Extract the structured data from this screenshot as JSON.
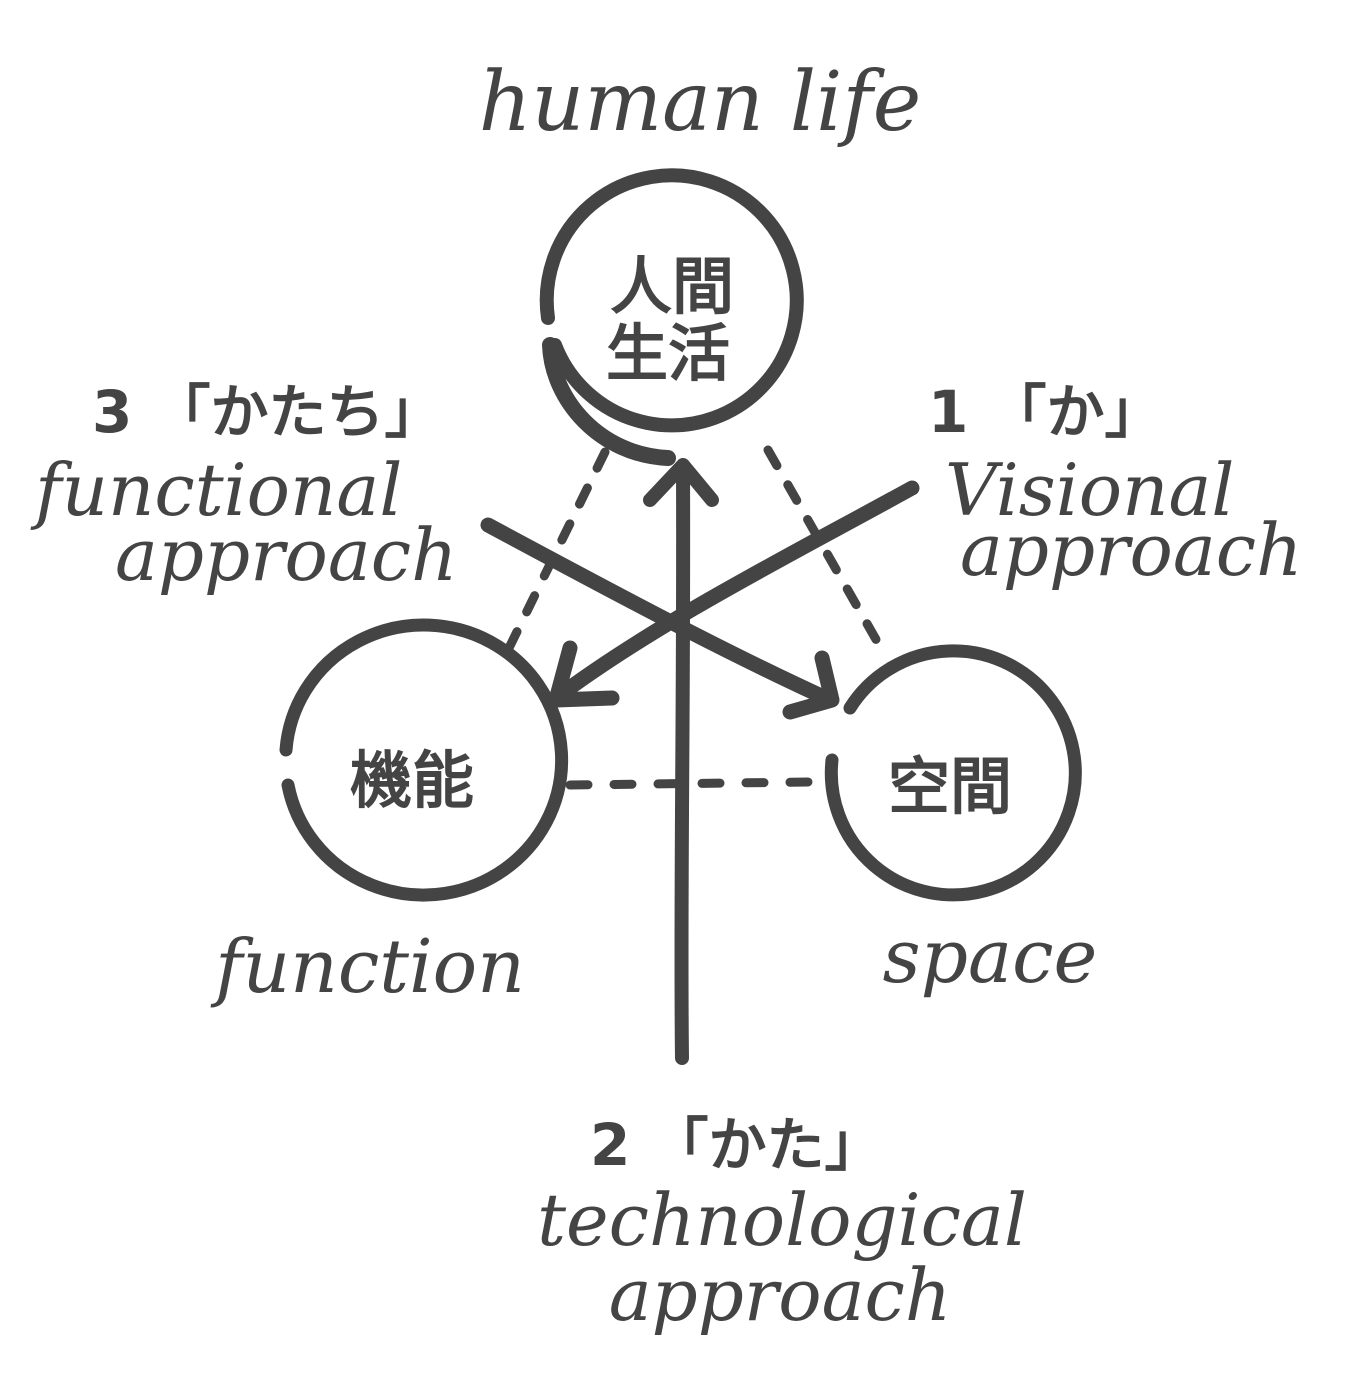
{
  "title": "human life",
  "nodes": {
    "top": {
      "line1": "人間",
      "line2": "生活"
    },
    "left": {
      "text": "機能",
      "caption": "function"
    },
    "right": {
      "text": "空間",
      "caption": "space"
    }
  },
  "approaches": {
    "visional": {
      "heading": "1 「か」",
      "line1": "Visional",
      "line2": "approach"
    },
    "technological": {
      "heading": "2 「かた」",
      "line1": "technological",
      "line2": "approach"
    },
    "functional": {
      "heading": "3 「かたち」",
      "line1": "functional",
      "line2": "approach"
    }
  },
  "colors": {
    "ink": "#444444",
    "paper": "#ffffff"
  }
}
